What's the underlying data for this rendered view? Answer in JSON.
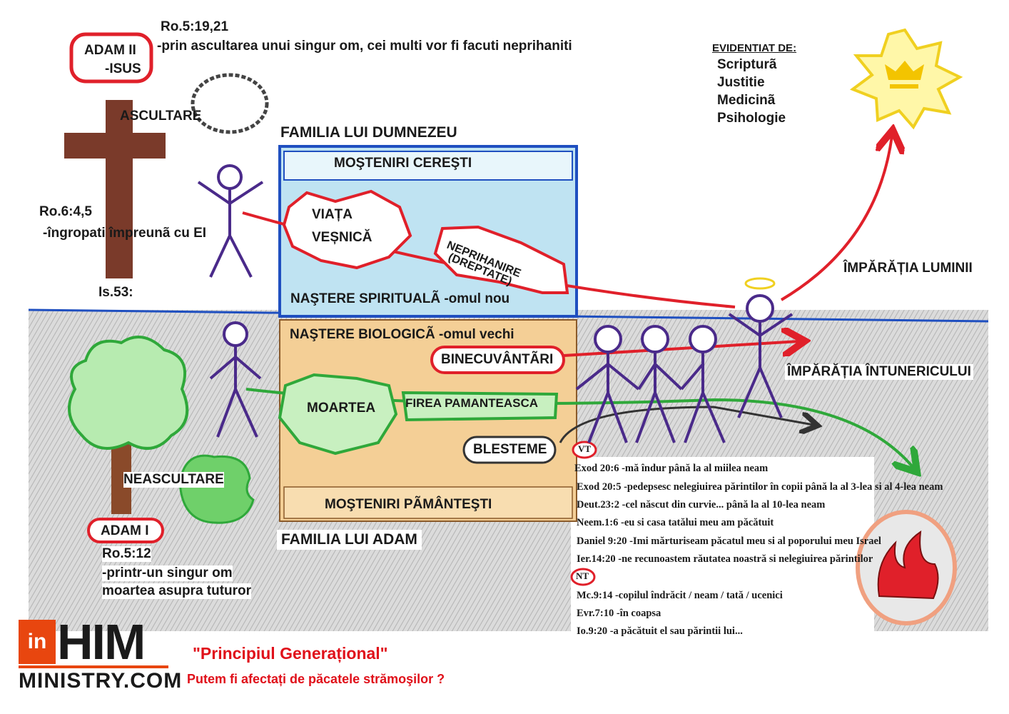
{
  "header": {
    "adam2": "ADAM  II",
    "isus": "-ISUS",
    "ro5_19_ref": "Ro.5:19,21",
    "ro5_19_text": "-prin ascultarea unui singur om, cei multi vor fi facuti neprihaniti",
    "ascultare": "ASCULTARE",
    "ro6_ref": "Ro.6:4,5",
    "ro6_text": "-îngropati împreunã cu EI",
    "is53": "Is.53:"
  },
  "evidentiat": {
    "title": "EVIDENTIAT DE:",
    "items": [
      "Scripturã",
      "Justitie",
      "Medicinã",
      "Psihologie"
    ]
  },
  "family_god": {
    "title": "FAMILIA LUI DUMNEZEU",
    "heaven": "MOŞTENIRI CEREŞTI",
    "viata": "VIAȚA",
    "vesnica": "VEȘNICĂ",
    "neprihanire": "NEPRIHANIRE",
    "dreptate": "(DREPTATE)",
    "nastere_spirituala": "NAŞTERE SPIRITUALÃ -omul nou"
  },
  "family_adam": {
    "title": "FAMILIA LUI ADAM",
    "nastere_biologica": "NAŞTERE  BIOLOGICÃ -omul vechi",
    "binecuvantari": "BINECUVÂNTÃRI",
    "moartea": "MOARTEA",
    "firea": "FIREA PAMANTEASCA",
    "blesteme": "BLESTEME",
    "earth": "MOŞTENIRI PÃMÂNTEŞTI"
  },
  "kingdoms": {
    "light": "ÎMPĂRĂȚIA  LUMINII",
    "dark": "ÎMPĂRĂȚIA  ÎNTUNERICULUI"
  },
  "adam1": {
    "neascultare": "NEASCULTARE",
    "label": "ADAM  I",
    "ref": "Ro.5:12",
    "line1": "-printr-un singur om",
    "line2": "moartea asupra tuturor"
  },
  "verses": {
    "vt_label": "VT",
    "vt": [
      "Exod 20:6 -mă îndur până la al miilea neam",
      "Exod 20:5 -pedepsesc nelegiuirea părintilor în copii până la al 3-lea si al 4-lea neam",
      "Deut.23:2 -cel născut din curvie... până la al 10-lea neam",
      "Neem.1:6 -eu si casa tatălui meu am păcătuit",
      "Daniel 9:20 -Imi mărturiseam păcatul meu si al poporului meu Israel",
      "Ier.14:20 -ne recunoastem răutatea noastră si nelegiuirea părintilor"
    ],
    "nt_label": "NT",
    "nt": [
      "Mc.9:14 -copilul îndrăcit / neam / tată / ucenici",
      "Evr.7:10 -în coapsa",
      "Io.9:20 -a păcătuit el sau părintii lui..."
    ]
  },
  "footer": {
    "logo_text": "inHIM MINISTRY.COM",
    "title": "\"Principiul Generațional\"",
    "subtitle": "Putem fi afectați de păcatele strămoşilor ?"
  },
  "colors": {
    "red": "#e0202a",
    "green": "#2fa83a",
    "purple": "#4a2a8a",
    "blue": "#1f4fc0",
    "brown": "#7a3a2a",
    "logo_orange": "#e8460f"
  }
}
